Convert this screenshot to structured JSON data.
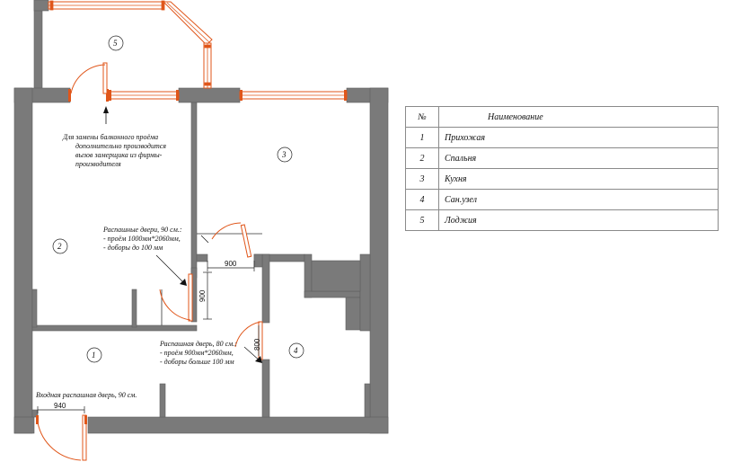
{
  "rooms": [
    {
      "num": "1",
      "name": "Прихожая"
    },
    {
      "num": "2",
      "name": "Спальня"
    },
    {
      "num": "3",
      "name": "Кухня"
    },
    {
      "num": "4",
      "name": "Сан.узел"
    },
    {
      "num": "5",
      "name": "Лоджия"
    }
  ],
  "legend": {
    "col_num": "№",
    "col_name": "Наименование"
  },
  "notes": {
    "balcony": [
      "Для замены балконного проёма",
      "дополнительно производится",
      "вызов замерщика из фирмы-",
      "производителя"
    ],
    "bedroom_door": [
      "Распашные двери, 90 см.:",
      "- проём 1000мм*2060мм,",
      "- доборы до 100 мм"
    ],
    "bath_door": [
      "Распашная дверь, 80 см.:",
      "- проём 900мм*2060мм,",
      "- доборы больше 100 мм"
    ],
    "entrance": "Входная распашная дверь, 90 см."
  },
  "dimensions": {
    "d900_h": "900",
    "d900_v": "900",
    "d800": "800",
    "d940": "940"
  },
  "colors": {
    "wall": "#7a7a7a",
    "accent": "#e0561a"
  }
}
